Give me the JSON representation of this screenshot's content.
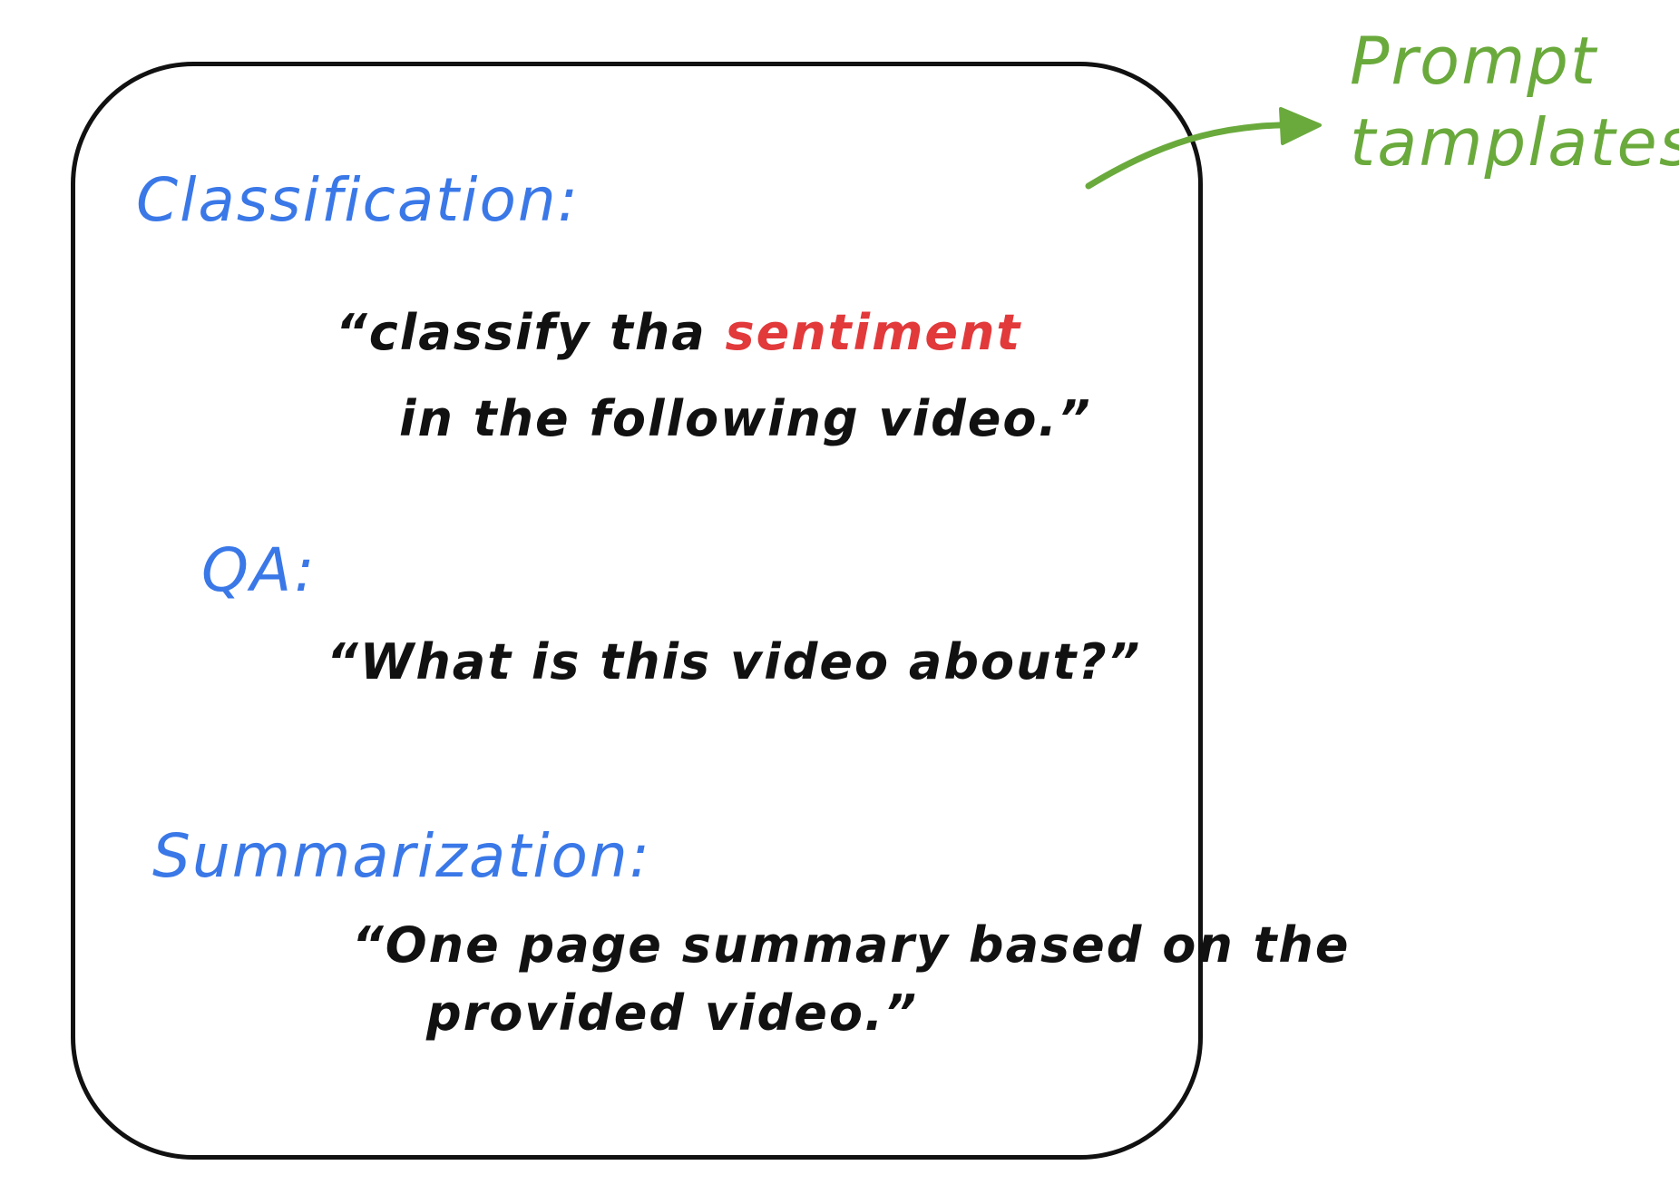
{
  "colors": {
    "heading": "#3a78e8",
    "quote_text": "#111111",
    "highlight": "#e2393b",
    "annotation": "#6aaa3c",
    "frame": "#111111"
  },
  "sections": [
    {
      "heading": "Classification:",
      "quote_lines": [
        {
          "before": "“classify tha ",
          "highlight": "sentiment",
          "after": ""
        },
        {
          "before": "in the following video.”",
          "highlight": "",
          "after": ""
        }
      ]
    },
    {
      "heading": "QA:",
      "quote_lines": [
        {
          "before": "“What is this video about?”",
          "highlight": "",
          "after": ""
        }
      ]
    },
    {
      "heading": "Summarization:",
      "quote_lines": [
        {
          "before": "“One page summary based on the",
          "highlight": "",
          "after": ""
        },
        {
          "before": "provided video.”",
          "highlight": "",
          "after": ""
        }
      ]
    }
  ],
  "annotation": {
    "line1": "Prompt",
    "line2": "tamplates!!",
    "arrow_icon": "curved-arrow-icon"
  }
}
